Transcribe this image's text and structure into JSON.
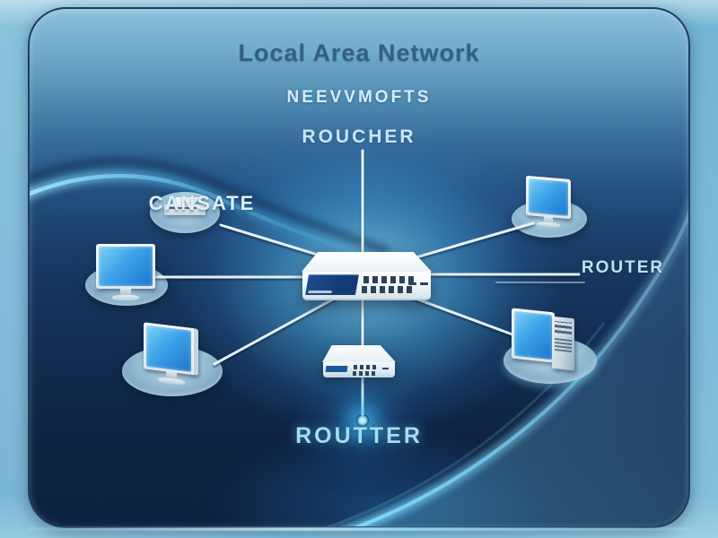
{
  "title": "Local Area Network",
  "labels": {
    "subtitle": "NEEVVMOFTS",
    "top": "ROUCHER",
    "printer": "CANSATE",
    "right": "ROUTER",
    "bottom": "ROUTTER"
  },
  "devices": [
    {
      "name": "printer-icon",
      "label": "CANSATE"
    },
    {
      "name": "monitor-icon-left"
    },
    {
      "name": "monitor-icon-bottom-left"
    },
    {
      "name": "monitor-icon-top-right"
    },
    {
      "name": "desktop-computer-icon-bottom-right"
    },
    {
      "name": "network-switch-icon-center"
    },
    {
      "name": "network-switch-icon-small"
    },
    {
      "name": "glow-dot"
    }
  ],
  "colors": {
    "outer_background": "#6fb0d0",
    "panel_top": "#8ac0da",
    "panel_bottom": "#0d2140",
    "accent_glow": "#49c0ea",
    "screen_blue": "#3da2e8",
    "connection_line": "#edf8fd",
    "title_text": "#33617f",
    "label_text": "#c7e6f5"
  }
}
